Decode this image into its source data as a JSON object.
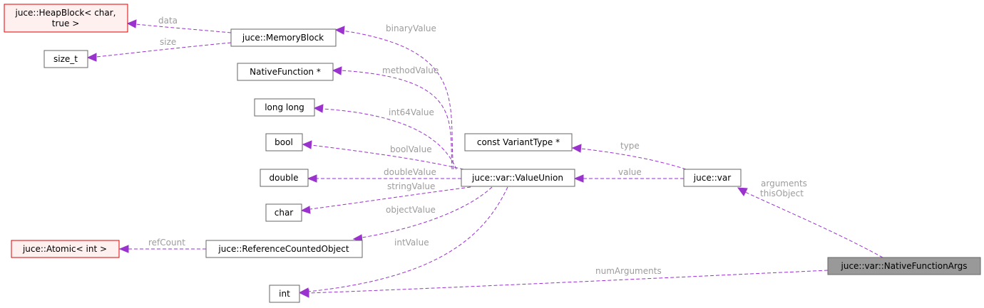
{
  "nodes": {
    "heapblock_line1": "juce::HeapBlock< char,",
    "heapblock_line2": "true >",
    "memoryblock": "juce::MemoryBlock",
    "size_t": "size_t",
    "nativefunction_ptr": "NativeFunction *",
    "longlong": "long long",
    "bool": "bool",
    "double": "double",
    "char": "char",
    "atomic": "juce::Atomic< int >",
    "refcounted": "juce::ReferenceCountedObject",
    "int": "int",
    "variant_type": "const VariantType *",
    "valueunion": "juce::var::ValueUnion",
    "var": "juce::var",
    "nfargs": "juce::var::NativeFunctionArgs"
  },
  "edges": {
    "data": "data",
    "size": "size",
    "binaryValue": "binaryValue",
    "methodValue": "methodValue",
    "int64Value": "int64Value",
    "boolValue": "boolValue",
    "doubleValue": "doubleValue",
    "stringValue": "stringValue",
    "objectValue": "objectValue",
    "refCount": "refCount",
    "intValue": "intValue",
    "type": "type",
    "value": "value",
    "arguments": "arguments",
    "thisObject": "thisObject",
    "numArguments": "numArguments"
  },
  "colors": {
    "edge": "#9a32cd",
    "label": "#9c9c9c",
    "red_border": "#e00000",
    "highlight_fill": "#999999"
  }
}
